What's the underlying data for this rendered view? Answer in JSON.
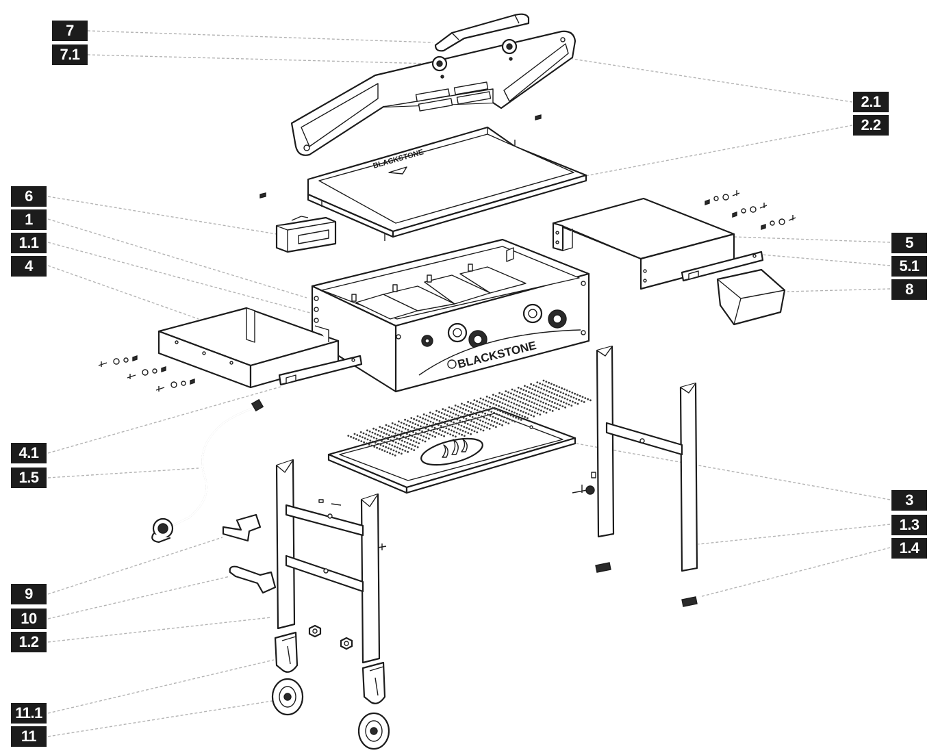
{
  "brand": {
    "logo_text": "BLACKSTONE"
  },
  "callouts": [
    {
      "id": "c-7",
      "label": "7"
    },
    {
      "id": "c-7-1",
      "label": "7.1"
    },
    {
      "id": "c-2-1",
      "label": "2.1"
    },
    {
      "id": "c-2-2",
      "label": "2.2"
    },
    {
      "id": "c-6",
      "label": "6"
    },
    {
      "id": "c-1",
      "label": "1"
    },
    {
      "id": "c-1-1",
      "label": "1.1"
    },
    {
      "id": "c-4",
      "label": "4"
    },
    {
      "id": "c-5",
      "label": "5"
    },
    {
      "id": "c-5-1",
      "label": "5.1"
    },
    {
      "id": "c-8",
      "label": "8"
    },
    {
      "id": "c-4-1",
      "label": "4.1"
    },
    {
      "id": "c-1-5",
      "label": "1.5"
    },
    {
      "id": "c-3",
      "label": "3"
    },
    {
      "id": "c-1-3",
      "label": "1.3"
    },
    {
      "id": "c-1-4",
      "label": "1.4"
    },
    {
      "id": "c-9",
      "label": "9"
    },
    {
      "id": "c-10",
      "label": "10"
    },
    {
      "id": "c-1-2",
      "label": "1.2"
    },
    {
      "id": "c-11-1",
      "label": "11.1"
    },
    {
      "id": "c-11",
      "label": "11"
    }
  ]
}
